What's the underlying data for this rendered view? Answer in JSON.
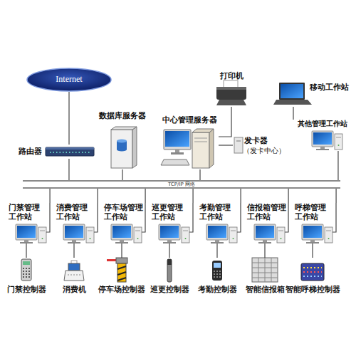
{
  "diagram": {
    "nodes": [
      {
        "text": [
          "Internet"
        ]
      },
      {
        "text": [
          "路由器"
        ]
      },
      {
        "text": [
          "数据库服务器"
        ]
      },
      {
        "text": [
          "中心管理服务器"
        ]
      },
      {
        "text": [
          "打印机"
        ]
      },
      {
        "text": [
          "发卡器",
          "（发卡中心）"
        ]
      },
      {
        "text": [
          "移动工作站"
        ]
      },
      {
        "text": [
          "其他管理工作站"
        ]
      },
      {
        "text": [
          "TCP/IP 网络"
        ]
      },
      {
        "text": [
          "门禁管理 工作站"
        ]
      },
      {
        "text": [
          "消费管理 工作站"
        ]
      },
      {
        "text": [
          "停车场管理 工作站"
        ]
      },
      {
        "text": [
          "巡更管理 工作站"
        ]
      },
      {
        "text": [
          "考勤管理 工作站"
        ]
      },
      {
        "text": [
          "信报箱管理 工作站"
        ]
      },
      {
        "text": [
          "呼梯管理 工作站"
        ]
      },
      {
        "text": [
          "门禁控制器"
        ]
      },
      {
        "text": [
          "消费机"
        ]
      },
      {
        "text": [
          "停车场控制器"
        ]
      },
      {
        "text": [
          "巡更控制器"
        ]
      },
      {
        "text": [
          "考勤控制器"
        ]
      },
      {
        "text": [
          "智能信报箱"
        ]
      },
      {
        "text": [
          "智能呼梯控制器"
        ]
      }
    ],
    "edges": [
      {
        "from": 0,
        "to": 1,
        "arrow": "none"
      },
      {
        "from": 1,
        "to": 8,
        "arrow": "none"
      },
      {
        "from": 2,
        "to": 8,
        "arrow": "none"
      },
      {
        "from": 3,
        "to": 8,
        "arrow": "none"
      },
      {
        "from": 4,
        "to": 3,
        "arrow": "none"
      },
      {
        "from": 5,
        "to": 3,
        "arrow": "none"
      },
      {
        "from": 6,
        "to": 7,
        "arrow": "none"
      },
      {
        "from": 7,
        "to": 8,
        "arrow": "none"
      },
      {
        "from": 9,
        "to": 8,
        "arrow": "none"
      },
      {
        "from": 10,
        "to": 8,
        "arrow": "none"
      },
      {
        "from": 11,
        "to": 8,
        "arrow": "none"
      },
      {
        "from": 12,
        "to": 8,
        "arrow": "none"
      },
      {
        "from": 13,
        "to": 8,
        "arrow": "none"
      },
      {
        "from": 14,
        "to": 8,
        "arrow": "none"
      },
      {
        "from": 15,
        "to": 8,
        "arrow": "none"
      },
      {
        "from": 9,
        "to": 16,
        "arrow": "none"
      },
      {
        "from": 10,
        "to": 17,
        "arrow": "none"
      },
      {
        "from": 11,
        "to": 18,
        "arrow": "none"
      },
      {
        "from": 12,
        "to": 19,
        "arrow": "none"
      },
      {
        "from": 13,
        "to": 20,
        "arrow": "none"
      },
      {
        "from": 14,
        "to": 21,
        "arrow": "none"
      },
      {
        "from": 15,
        "to": 22,
        "arrow": "none"
      }
    ]
  }
}
